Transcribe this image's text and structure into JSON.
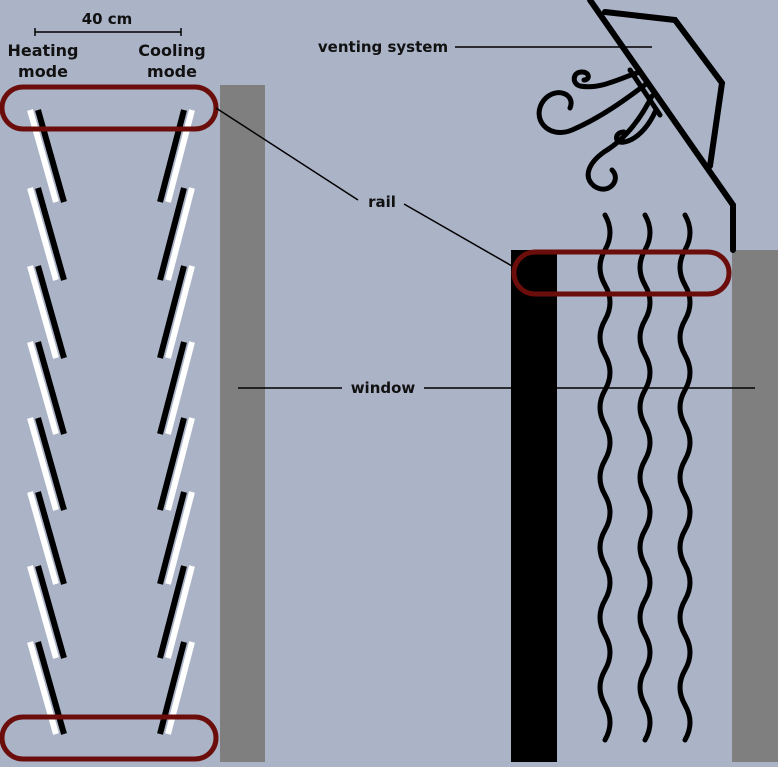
{
  "labels": {
    "width": "40 cm",
    "heating_mode": [
      "Heating",
      "mode"
    ],
    "cooling_mode": [
      "Cooling",
      "mode"
    ],
    "venting_system": "venting system",
    "rail": "rail",
    "window": "window"
  },
  "colors": {
    "background": "#abb3c7",
    "window": "#7f7f7f",
    "rail": "#6b0e0b",
    "slat": "#000000",
    "slat_highlight": "#ffffff"
  },
  "icons": {
    "vent": "vent-hood-icon",
    "airflow": "airflow-icon"
  }
}
